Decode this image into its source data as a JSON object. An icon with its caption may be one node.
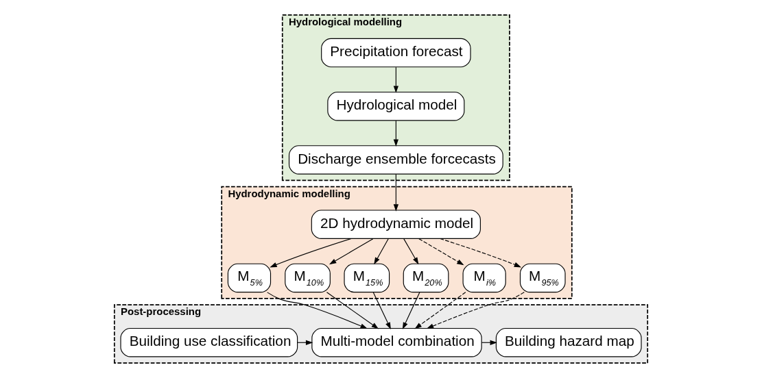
{
  "diagram": {
    "nodes": [
      {
        "text": [
          "Hydrological modelling"
        ]
      },
      {
        "text": [
          "Precipitation forecast"
        ],
        "in": 0
      },
      {
        "text": [
          "Hydrological model"
        ],
        "in": 0
      },
      {
        "text": [
          "Discharge ensemble forcecasts"
        ],
        "in": 0
      },
      {
        "text": [
          "Hydrodynamic modelling"
        ]
      },
      {
        "text": [
          "2D hydrodynamic model"
        ],
        "in": 4
      },
      {
        "text": [
          "M$_{5%}$"
        ],
        "in": 4
      },
      {
        "text": [
          "M$_{10%}$"
        ],
        "in": 4
      },
      {
        "text": [
          "M$_{15%}$"
        ],
        "in": 4
      },
      {
        "text": [
          "M$_{20%}$"
        ],
        "in": 4
      },
      {
        "text": [
          "M$_{i%}$"
        ],
        "in": 4
      },
      {
        "text": [
          "M$_{95%}$"
        ],
        "in": 4
      },
      {
        "text": [
          "Post-processing"
        ]
      },
      {
        "text": [
          "Building use classification"
        ],
        "in": 12
      },
      {
        "text": [
          "Multi-model combination"
        ],
        "in": 12
      },
      {
        "text": [
          "Building hazard map"
        ],
        "in": 12
      }
    ],
    "edges": [
      {
        "from": 1,
        "to": 2,
        "arrow": "to"
      },
      {
        "from": 2,
        "to": 3,
        "arrow": "to"
      },
      {
        "from": 3,
        "to": 5,
        "arrow": "to"
      },
      {
        "from": 5,
        "to": 6,
        "arrow": "to"
      },
      {
        "from": 5,
        "to": 7,
        "arrow": "to"
      },
      {
        "from": 5,
        "to": 8,
        "arrow": "to"
      },
      {
        "from": 5,
        "to": 9,
        "arrow": "to"
      },
      {
        "from": 5,
        "to": 10,
        "arrow": "to",
        "style": "dashed"
      },
      {
        "from": 5,
        "to": 11,
        "arrow": "to",
        "style": "dashed"
      },
      {
        "from": 6,
        "to": 14,
        "arrow": "to"
      },
      {
        "from": 7,
        "to": 14,
        "arrow": "to"
      },
      {
        "from": 8,
        "to": 14,
        "arrow": "to"
      },
      {
        "from": 9,
        "to": 14,
        "arrow": "to"
      },
      {
        "from": 10,
        "to": 14,
        "arrow": "to",
        "style": "dashed"
      },
      {
        "from": 11,
        "to": 14,
        "arrow": "to",
        "style": "dashed"
      },
      {
        "from": 13,
        "to": 14,
        "arrow": "to"
      },
      {
        "from": 14,
        "to": 15,
        "arrow": "to"
      }
    ]
  }
}
